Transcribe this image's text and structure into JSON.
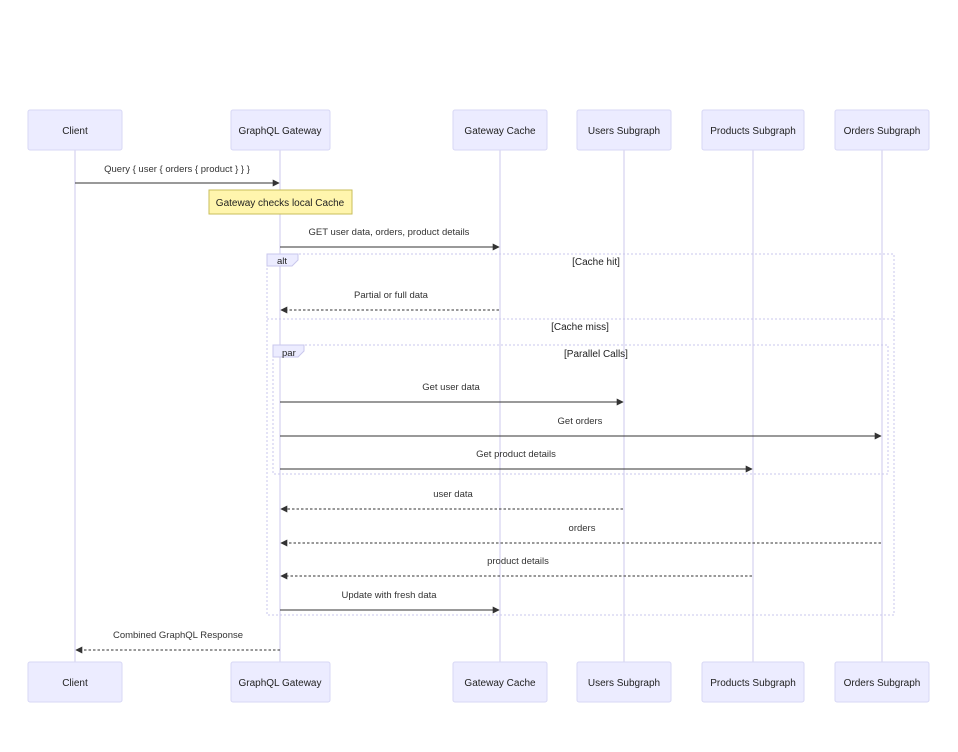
{
  "participants": {
    "client": "Client",
    "gateway": "GraphQL Gateway",
    "cache": "Gateway Cache",
    "users": "Users Subgraph",
    "products": "Products Subgraph",
    "orders": "Orders Subgraph"
  },
  "note": {
    "text": "Gateway checks local Cache"
  },
  "fragments": {
    "alt": {
      "label": "alt",
      "condition1": "[Cache hit]",
      "condition2": "[Cache miss]"
    },
    "par": {
      "label": "par",
      "condition": "[Parallel Calls]"
    }
  },
  "messages": {
    "m1": "Query { user { orders { product } } }",
    "m2": "GET user data, orders, product details",
    "m3": "Partial or full data",
    "m4": "Get user data",
    "m5": "Get orders",
    "m6": "Get product details",
    "m7": "user data",
    "m8": "orders",
    "m9": "product details",
    "m10": "Update with fresh data",
    "m11": "Combined GraphQL Response"
  },
  "colors": {
    "actor_fill": "#ECECFF",
    "note_fill": "#FFF5AD",
    "lifeline": "#D6D3EF"
  }
}
